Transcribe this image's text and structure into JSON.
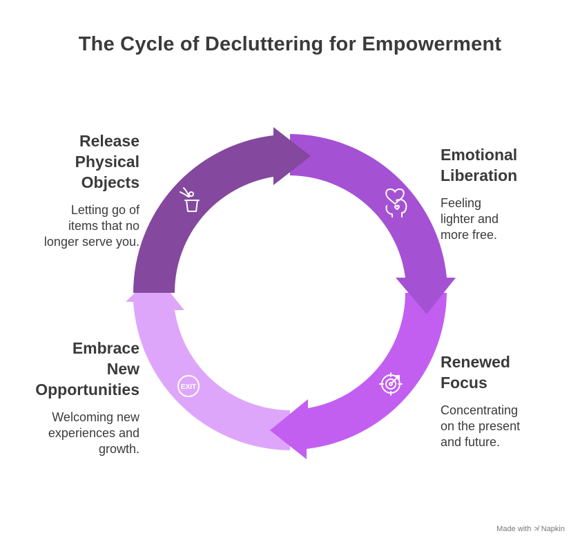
{
  "title": "The Cycle of Decluttering for Empowerment",
  "colors": {
    "segment_1": "#84489f",
    "segment_2": "#a551d4",
    "segment_3": "#c25ff0",
    "segment_4": "#dea6fb",
    "icon": "#ffffff",
    "text": "#3a3a3a"
  },
  "steps": [
    {
      "heading_lines": [
        "Release",
        "Physical",
        "Objects"
      ],
      "description_lines": [
        "Letting go of",
        "items that no",
        "longer serve you."
      ],
      "icon": "bin-discard-icon"
    },
    {
      "heading_lines": [
        "Emotional",
        "Liberation"
      ],
      "description_lines": [
        "Feeling",
        "lighter and",
        "more free."
      ],
      "icon": "heart-head-icon"
    },
    {
      "heading_lines": [
        "Renewed",
        "Focus"
      ],
      "description_lines": [
        "Concentrating",
        "on the present",
        "and future."
      ],
      "icon": "target-icon"
    },
    {
      "heading_lines": [
        "Embrace",
        "New",
        "Opportunities"
      ],
      "description_lines": [
        "Welcoming new",
        "experiences and",
        "growth."
      ],
      "icon": "exit-sign-icon"
    }
  ],
  "footer": {
    "made_with": "Made with",
    "brand": "Napkin"
  }
}
